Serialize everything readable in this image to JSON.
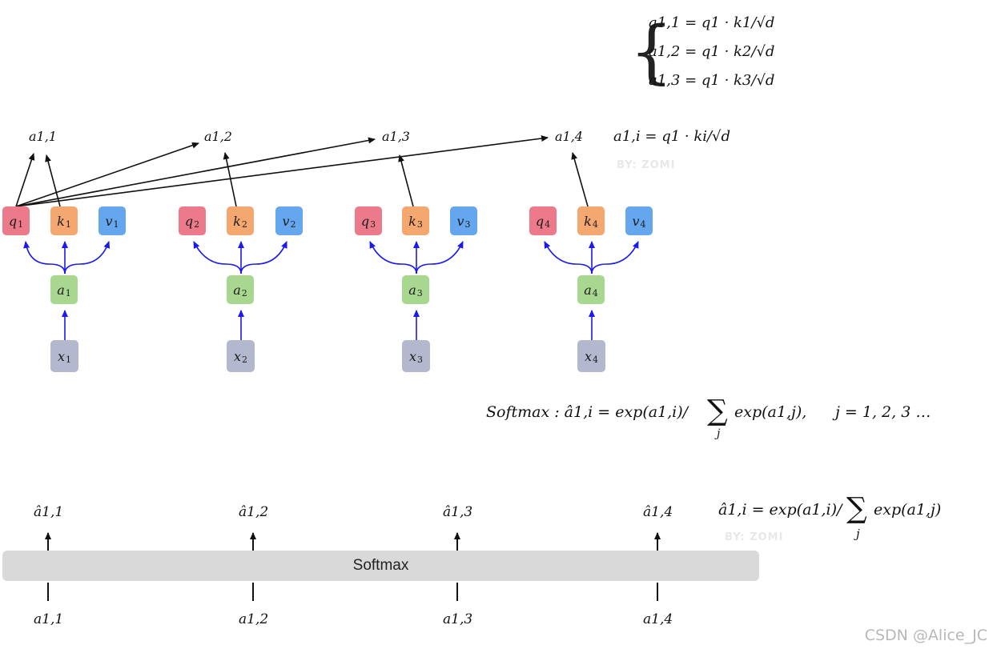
{
  "top_equations": [
    "a1,1 = q1 · k1/√d",
    "a1,2 = q1 · k2/√d",
    "a1,3 = q1 · k3/√d"
  ],
  "general_score_equation": "a1,i = q1 · ki/√d",
  "watermark": "BY: ZOMI",
  "score_labels": [
    "a1,1",
    "a1,2",
    "a1,3",
    "a1,4"
  ],
  "groups": [
    {
      "q": "q",
      "k": "k",
      "v": "v",
      "a": "a",
      "x": "x",
      "sub": "1"
    },
    {
      "q": "q",
      "k": "k",
      "v": "v",
      "a": "a",
      "x": "x",
      "sub": "2"
    },
    {
      "q": "q",
      "k": "k",
      "v": "v",
      "a": "a",
      "x": "x",
      "sub": "3"
    },
    {
      "q": "q",
      "k": "k",
      "v": "v",
      "a": "a",
      "x": "x",
      "sub": "4"
    }
  ],
  "softmax_equation": {
    "lhs": "Softmax : â1,i = exp(a1,i)/",
    "sum_symbol": "∑",
    "sum_index": "j",
    "rhs": "exp(a1,j),",
    "range": "j = 1, 2, 3 …"
  },
  "softmax_bar_label": "Softmax",
  "output_labels": [
    "â1,1",
    "â1,2",
    "â1,3",
    "â1,4"
  ],
  "input_labels": [
    "a1,1",
    "a1,2",
    "a1,3",
    "a1,4"
  ],
  "right_softmax_equation": {
    "lhs": "â1,i = exp(a1,i)/",
    "sum_symbol": "∑",
    "sum_index": "j",
    "rhs": "exp(a1,j)"
  },
  "footer_credit": "CSDN @Alice_JC",
  "colors": {
    "query": "#ec7a8a",
    "key": "#f5a770",
    "value": "#64a7ee",
    "embedding": "#a8d88f",
    "input": "#b3b8cf",
    "arrow_blue": "#1a1aee",
    "softmax_bar": "#d9d9d9"
  }
}
